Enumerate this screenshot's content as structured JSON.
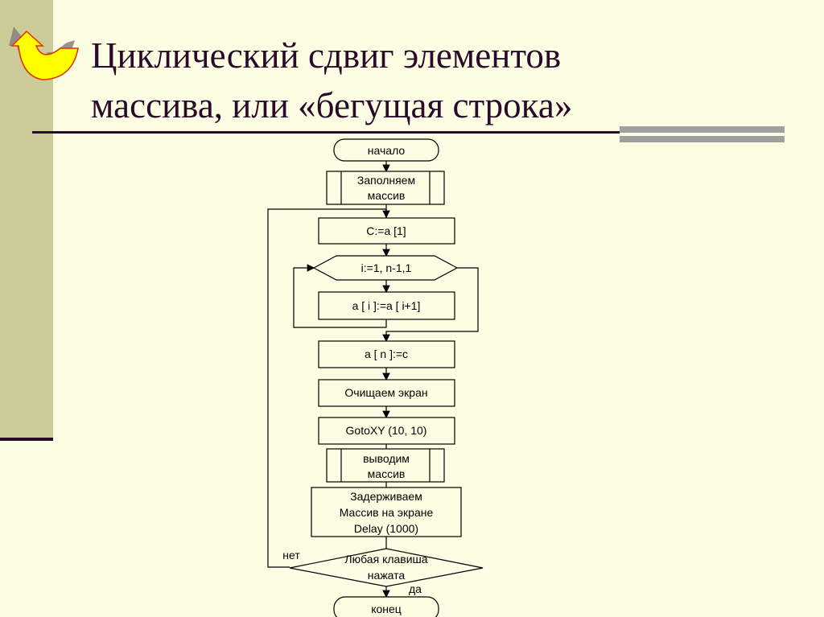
{
  "title": {
    "line1": "Циклический сдвиг элементов",
    "line2": "массива, или «бегущая строка»"
  },
  "flowchart": {
    "start": "начало",
    "fill": [
      "Заполняем",
      "массив"
    ],
    "assign_c": "C:=a [1]",
    "loop": "i:=1, n-1,1",
    "shift": "a [ i ]:=a [ i+1]",
    "assign_n": "a [ n ]:=c",
    "clear": "Очищаем экран",
    "goto": "GotoXY (10, 10)",
    "output": [
      "выводим",
      "массив"
    ],
    "delay": [
      "Задерживаем",
      "Массив на экране",
      "Delay (1000)"
    ],
    "condition": [
      "Любая клавиша",
      "нажата"
    ],
    "no": "нет",
    "yes": "да",
    "end": "конец"
  },
  "colors": {
    "background": "#fdfde3",
    "strip": "#cccc99",
    "title": "#2a0a2a",
    "arrow": "#ffff00"
  }
}
